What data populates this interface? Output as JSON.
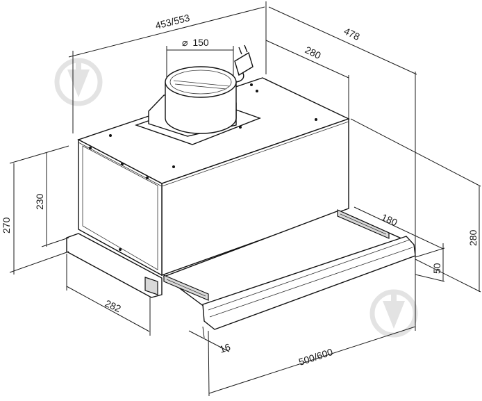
{
  "dimensions": {
    "width_top": "453/553",
    "depth_total": "478",
    "depth_body": "280",
    "duct_diameter": "150",
    "height_total_left": "270",
    "height_body_left": "230",
    "visor_depth": "180",
    "height_right": "280",
    "visor_height": "50",
    "front_depth": "282",
    "front_offset": "16",
    "width_bottom": "500/600"
  },
  "symbols": {
    "diameter": "⌀"
  },
  "icons": [
    "power-plug-icon",
    "watermark-logo-icon"
  ],
  "colors": {
    "line": "#1a1a1a",
    "watermark": "#e3e3e3",
    "panel": "#d9d9d9"
  }
}
